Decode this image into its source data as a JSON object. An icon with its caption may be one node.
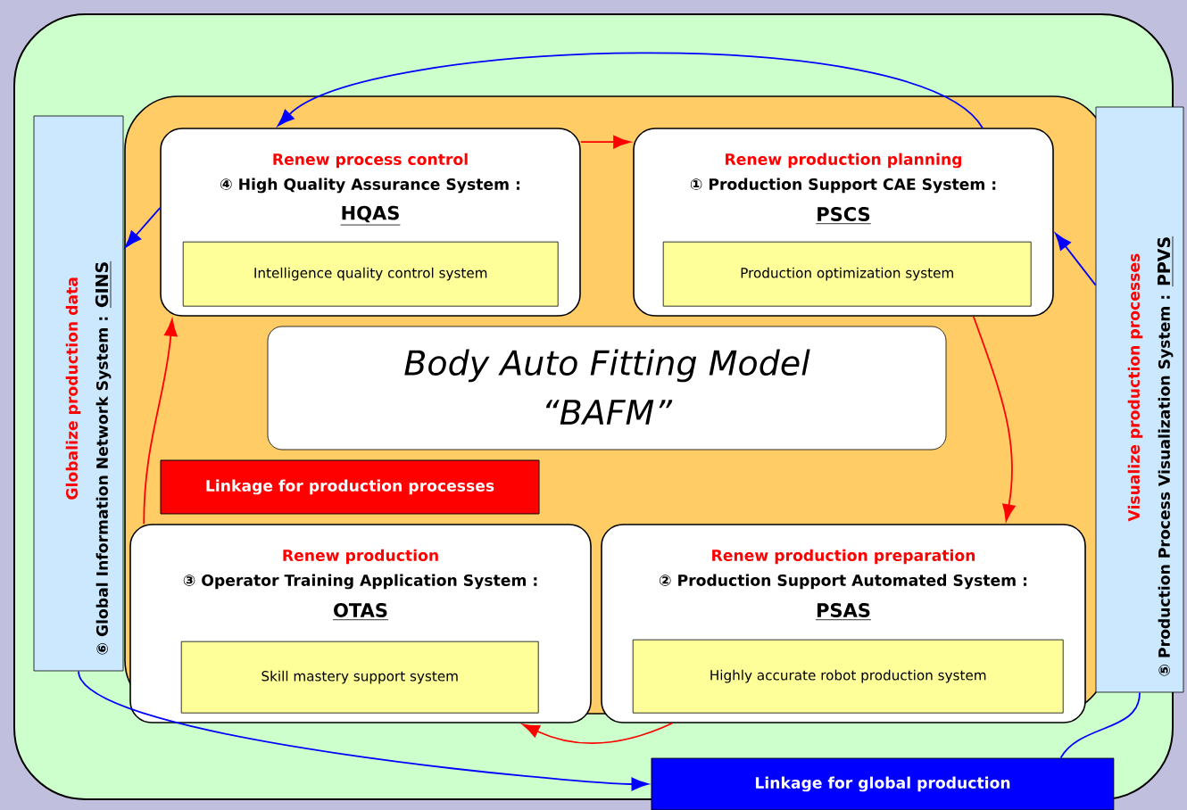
{
  "diagram": {
    "nodes": [
      {
        "text": [
          "Renew process control",
          "④ High Quality Assurance System :",
          "HQAS"
        ]
      },
      {
        "text": [
          "Intelligence quality control system"
        ],
        "in": 0
      },
      {
        "text": [
          "Renew production planning",
          "① Production Support CAE System :",
          "PSCS"
        ]
      },
      {
        "text": [
          "Production optimization system"
        ],
        "in": 2
      },
      {
        "text": [
          "Renew production",
          "③ Operator Training Application System :",
          "OTAS"
        ]
      },
      {
        "text": [
          "Skill mastery support system"
        ],
        "in": 4
      },
      {
        "text": [
          "Renew production preparation",
          "② Production Support Automated System :",
          "PSAS"
        ]
      },
      {
        "text": [
          "Highly accurate robot production system"
        ],
        "in": 6
      },
      {
        "text": [
          "Body Auto Fitting Model",
          "“BAFM”"
        ]
      },
      {
        "text": [
          "Globalize production data",
          "⑥ Global Information Network System :",
          "GINS"
        ]
      },
      {
        "text": [
          "Visualize production processes",
          "⑤ Production Process Visualization System :",
          "PPVS"
        ]
      },
      {
        "text": [
          "Linkage for production processes"
        ]
      },
      {
        "text": [
          "Linkage for global production"
        ]
      }
    ],
    "edges": [
      {
        "from": 0,
        "to": 2,
        "arrow": "to",
        "color": "#ff0000"
      },
      {
        "from": 2,
        "to": 6,
        "arrow": "to",
        "color": "#ff0000"
      },
      {
        "from": 6,
        "to": 4,
        "arrow": "to",
        "color": "#ff0000"
      },
      {
        "from": 4,
        "to": 0,
        "arrow": "to",
        "color": "#ff0000"
      },
      {
        "from": 10,
        "to": 2,
        "arrow": "to",
        "color": "#0000ff"
      },
      {
        "from": 2,
        "to": 0,
        "arrow": "to",
        "color": "#0000ff"
      },
      {
        "from": 0,
        "to": 9,
        "arrow": "to",
        "color": "#0000ff"
      },
      {
        "from": 9,
        "to": 12,
        "arrow": "to",
        "color": "#0000ff"
      },
      {
        "from": 12,
        "to": 10,
        "arrow": "none",
        "color": "#0000ff"
      }
    ]
  }
}
